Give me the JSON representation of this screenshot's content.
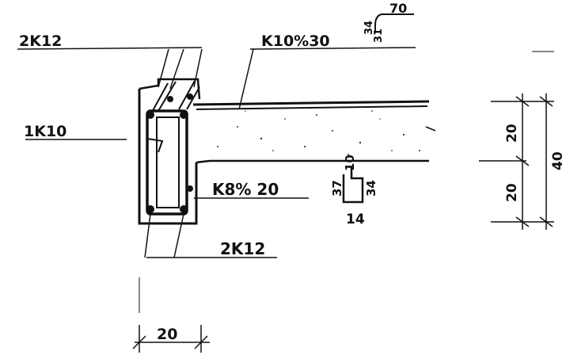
{
  "labels": {
    "top_bars": "2K12",
    "slab_stirrups": "K10%30",
    "hook_a": "34",
    "hook_b": "31",
    "hook_len": "70",
    "side_bar": "1K10",
    "stirrups": "K8% 20",
    "bottom_bars": "2K12",
    "stirrup_top": "10",
    "stirrup_left": "37",
    "stirrup_right": "34",
    "stirrup_bottom": "14",
    "dim_upper": "20",
    "dim_lower": "20",
    "dim_total": "40",
    "dim_width": "20"
  }
}
